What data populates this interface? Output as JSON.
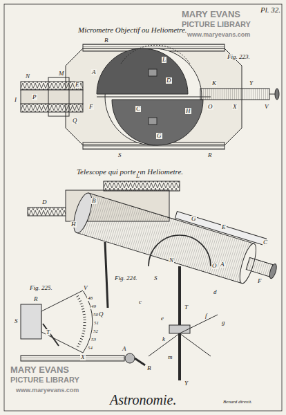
{
  "diagram": {
    "caption": "Astronomie.",
    "labels": [
      "Pl. 32.",
      "Micrometre Objectif ou Heliometre.",
      "Fig. 223.",
      "Telescope qui porte un Heliometre.",
      "Fig. 224.",
      "Fig. 225.",
      "Benard direxit.",
      "MARY EVANS",
      "PICTURE LIBRARY",
      "www.maryevans.com",
      "MARY EVANS",
      "PICTURE LIBRARY",
      "www.maryevans.com",
      "N",
      "M",
      "I",
      "P",
      "Q",
      "B",
      "L",
      "A",
      "E",
      "F",
      "D",
      "C",
      "H",
      "K",
      "O",
      "X",
      "Y",
      "V",
      "G",
      "R",
      "S",
      "L",
      "D",
      "H",
      "B",
      "G",
      "E",
      "C",
      "A",
      "F",
      "Q",
      "N",
      "O",
      "S",
      "T",
      "c",
      "d",
      "e",
      "f",
      "g",
      "k",
      "m",
      "Y",
      "S",
      "T",
      "V",
      "X",
      "R",
      "48",
      "49",
      "50",
      "51",
      "52",
      "53",
      "54",
      "A",
      "B"
    ]
  }
}
